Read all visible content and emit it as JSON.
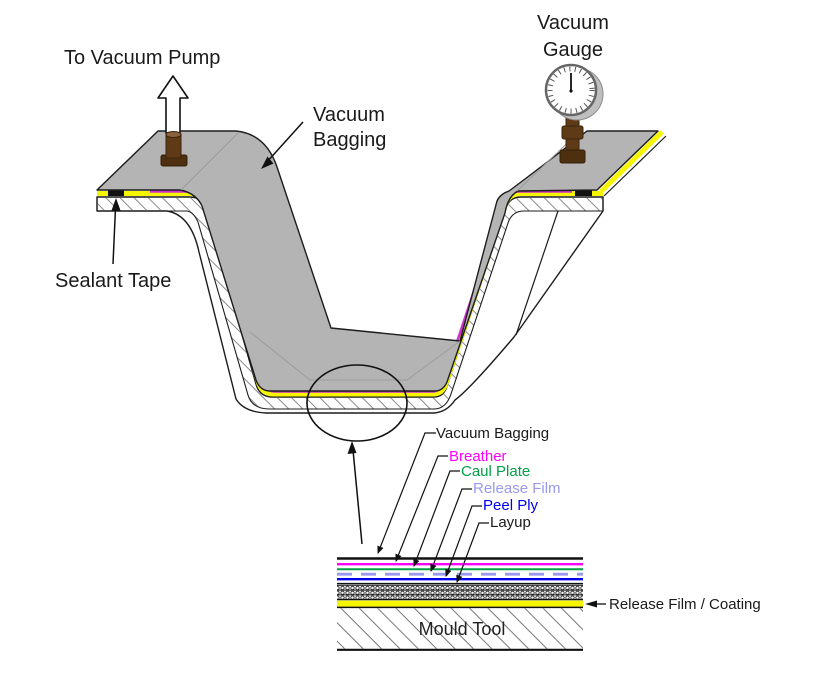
{
  "labels": {
    "to_vacuum_pump": "To Vacuum Pump",
    "vacuum_bagging_line1": "Vacuum",
    "vacuum_bagging_line2": "Bagging",
    "vacuum_gauge_line1": "Vacuum",
    "vacuum_gauge_line2": "Gauge",
    "sealant_tape": "Sealant Tape"
  },
  "detail": {
    "layers": [
      {
        "label": "Vacuum Bagging",
        "color": "#1a1a1a"
      },
      {
        "label": "Breather",
        "color": "#ff00ff"
      },
      {
        "label": "Caul Plate",
        "color": "#00a046"
      },
      {
        "label": "Release Film",
        "color": "#9999ee"
      },
      {
        "label": "Peel Ply",
        "color": "#0000ee"
      },
      {
        "label": "Layup",
        "color": "#1a1a1a"
      }
    ],
    "release_film_coating": "Release Film / Coating",
    "mould_tool": "Mould Tool"
  },
  "colors": {
    "bag_gray": "#b4b4b4",
    "release_film_yellow": "#f6f600",
    "breather_magenta": "#cf30cf",
    "sealant_tape_black": "#121212",
    "fitting_brown": "#5e3a17",
    "fitting_brown_dark": "#4e2f10",
    "outline": "#1c1c1c"
  }
}
